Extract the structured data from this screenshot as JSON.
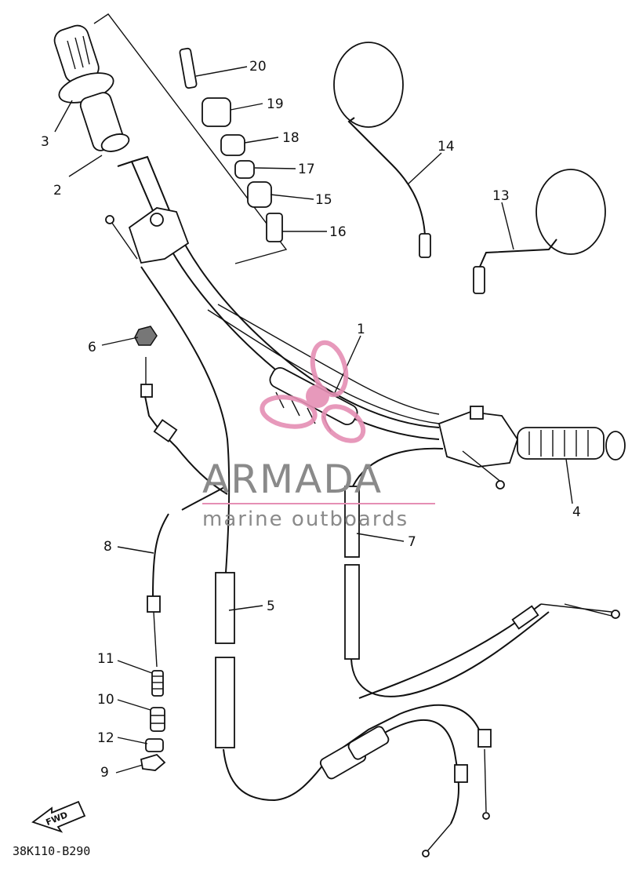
{
  "diagram": {
    "drawing_code": "38K110-B290",
    "fwd_label": "FWD",
    "watermark": {
      "brand": "ARMADA",
      "tagline": "marine outboards",
      "color": "#e58fb4"
    },
    "callouts": [
      {
        "id": "c1",
        "label": "1"
      },
      {
        "id": "c2",
        "label": "2"
      },
      {
        "id": "c3",
        "label": "3"
      },
      {
        "id": "c4",
        "label": "4"
      },
      {
        "id": "c5",
        "label": "5"
      },
      {
        "id": "c6",
        "label": "6"
      },
      {
        "id": "c7",
        "label": "7"
      },
      {
        "id": "c8",
        "label": "8"
      },
      {
        "id": "c9",
        "label": "9"
      },
      {
        "id": "c10",
        "label": "10"
      },
      {
        "id": "c11",
        "label": "11"
      },
      {
        "id": "c12",
        "label": "12"
      },
      {
        "id": "c13",
        "label": "13"
      },
      {
        "id": "c14",
        "label": "14"
      },
      {
        "id": "c15",
        "label": "15"
      },
      {
        "id": "c16",
        "label": "16"
      },
      {
        "id": "c17",
        "label": "17"
      },
      {
        "id": "c18",
        "label": "18"
      },
      {
        "id": "c19",
        "label": "19"
      },
      {
        "id": "c20",
        "label": "20"
      }
    ]
  }
}
